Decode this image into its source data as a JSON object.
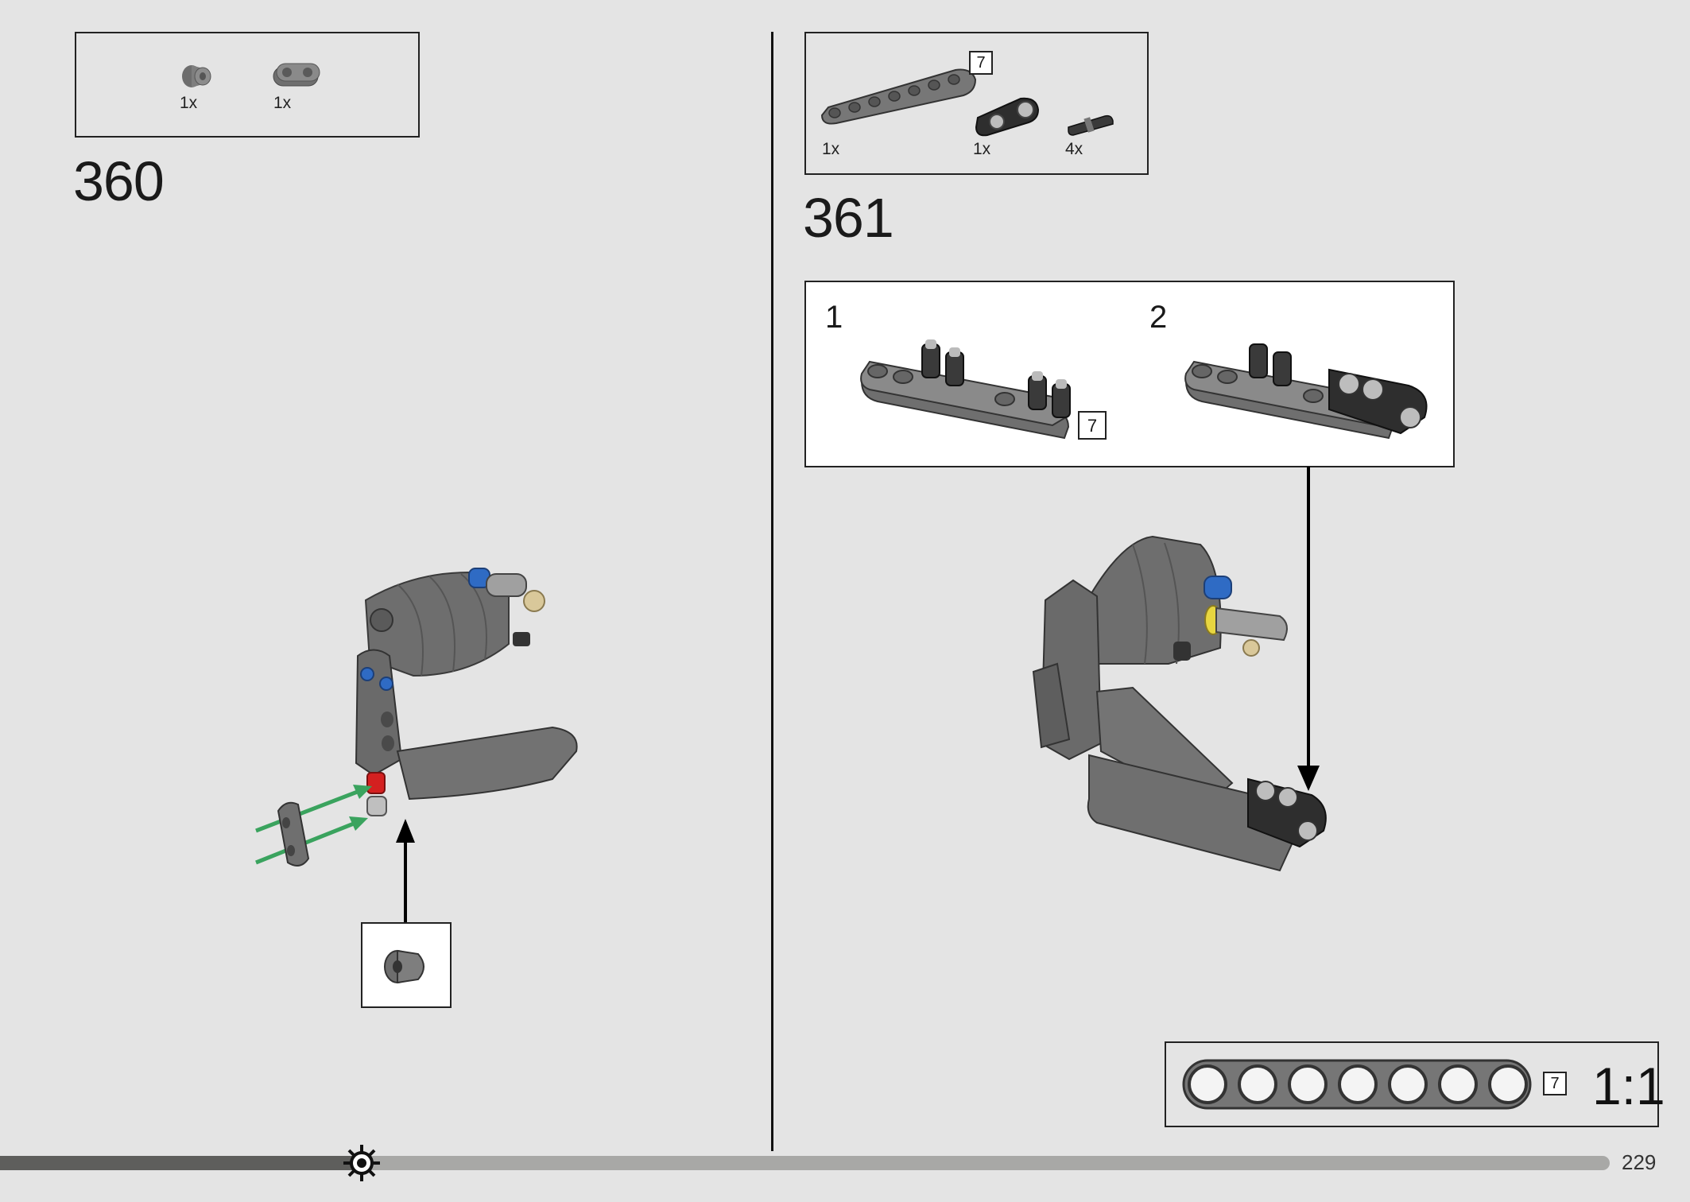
{
  "steps": [
    {
      "number": "360",
      "parts": [
        {
          "icon": "bush-icon",
          "qty": "1x"
        },
        {
          "icon": "connector-icon",
          "qty": "1x"
        }
      ],
      "callout": {
        "icon": "bush-icon"
      }
    },
    {
      "number": "361",
      "parts": [
        {
          "icon": "beam-7-icon",
          "qty": "1x",
          "length": "7"
        },
        {
          "icon": "double-connector-icon",
          "qty": "1x"
        },
        {
          "icon": "pin-icon",
          "qty": "4x"
        }
      ],
      "substeps": [
        {
          "label": "1",
          "length": "7"
        },
        {
          "label": "2"
        }
      ]
    }
  ],
  "scale_reference": {
    "length": "7",
    "ratio": "1:1"
  },
  "page_number": "229",
  "progress": 0.225,
  "colors": {
    "background": "#e4e4e4",
    "part_gray": "#777777",
    "arrow_green": "#3aa35e",
    "pin_blue": "#2f6bc4",
    "pin_tan": "#d9c89a",
    "axle_red": "#d42020",
    "bush_yellow": "#e8d640"
  }
}
